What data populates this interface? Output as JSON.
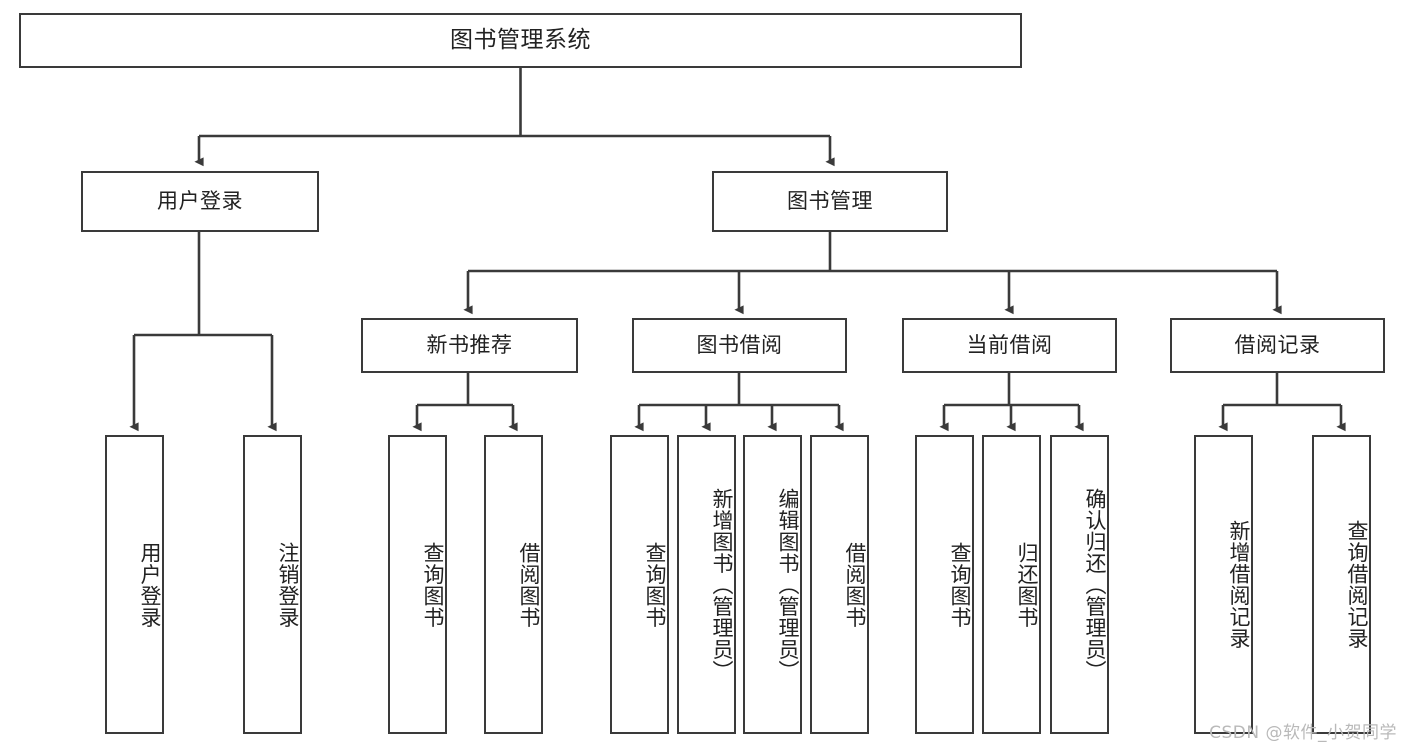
{
  "diagram": {
    "type": "tree",
    "title": "图书管理系统",
    "watermark": "CSDN @软件_小贺同学",
    "colors": {
      "stroke": "#3a3a3a",
      "fill": "#ffffff",
      "text": "#222222",
      "watermark": "#b9b9b9"
    },
    "levels": {
      "root": {
        "label": "图书管理系统"
      },
      "level2": [
        {
          "label": "用户登录"
        },
        {
          "label": "图书管理"
        }
      ],
      "level3": [
        {
          "label": "新书推荐"
        },
        {
          "label": "图书借阅"
        },
        {
          "label": "当前借阅"
        },
        {
          "label": "借阅记录"
        }
      ],
      "leaves": {
        "user_login": [
          {
            "label": "用户登录"
          },
          {
            "label": "注销登录"
          }
        ],
        "new_book_recommend": [
          {
            "label": "查询图书"
          },
          {
            "label": "借阅图书"
          }
        ],
        "book_borrow": [
          {
            "label": "查询图书"
          },
          {
            "label": "新增图书（管理员）"
          },
          {
            "label": "编辑图书（管理员）"
          },
          {
            "label": "借阅图书"
          }
        ],
        "current_borrow": [
          {
            "label": "查询图书"
          },
          {
            "label": "归还图书"
          },
          {
            "label": "确认归还（管理员）"
          }
        ],
        "borrow_record": [
          {
            "label": "新增借阅记录"
          },
          {
            "label": "查询借阅记录"
          }
        ]
      }
    }
  }
}
